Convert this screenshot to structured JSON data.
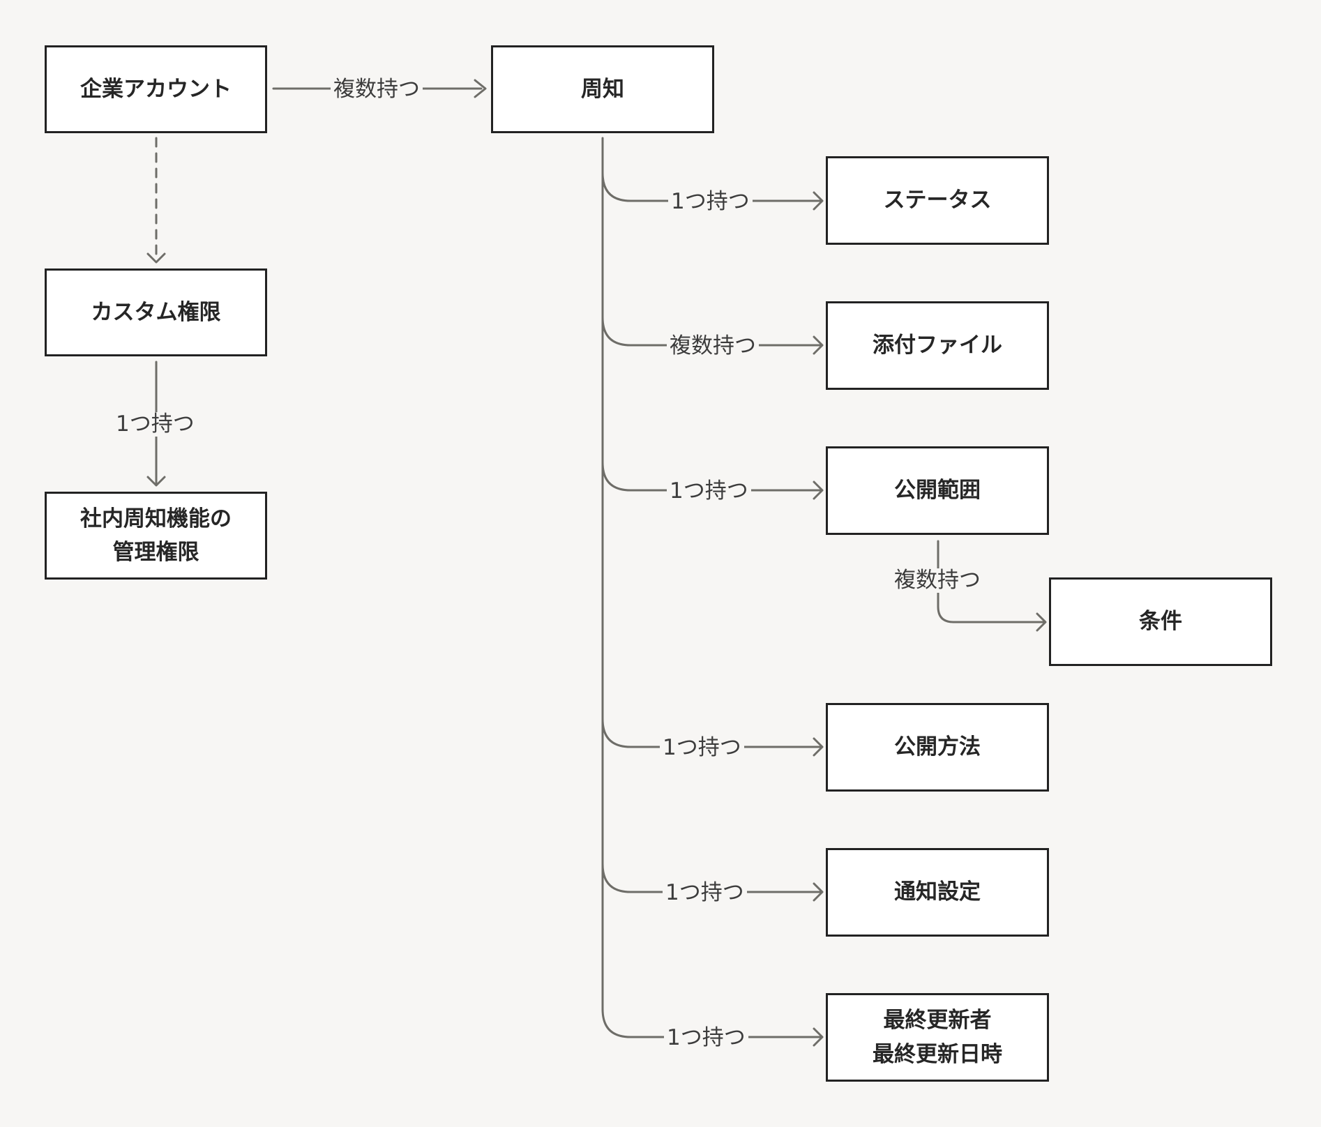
{
  "nodes": {
    "company_account": "企業アカウント",
    "custom_permission": "カスタム権限",
    "internal_notice_admin": "社内周知機能の\n管理権限",
    "notice": "周知",
    "status": "ステータス",
    "attachment": "添付ファイル",
    "publish_scope": "公開範囲",
    "condition": "条件",
    "publish_method": "公開方法",
    "notification_settings": "通知設定",
    "last_updated": "最終更新者\n最終更新日時"
  },
  "edges": {
    "company_to_notice": "複数持つ",
    "custom_to_admin": "1つ持つ",
    "notice_to_status": "1つ持つ",
    "notice_to_attachment": "複数持つ",
    "notice_to_scope": "1つ持つ",
    "scope_to_condition": "複数持つ",
    "notice_to_method": "1つ持つ",
    "notice_to_notification": "1つ持つ",
    "notice_to_last_updated": "1つ持つ"
  },
  "colors": {
    "background": "#f7f6f4",
    "node_border": "#222222",
    "connector": "#6e6d68"
  }
}
